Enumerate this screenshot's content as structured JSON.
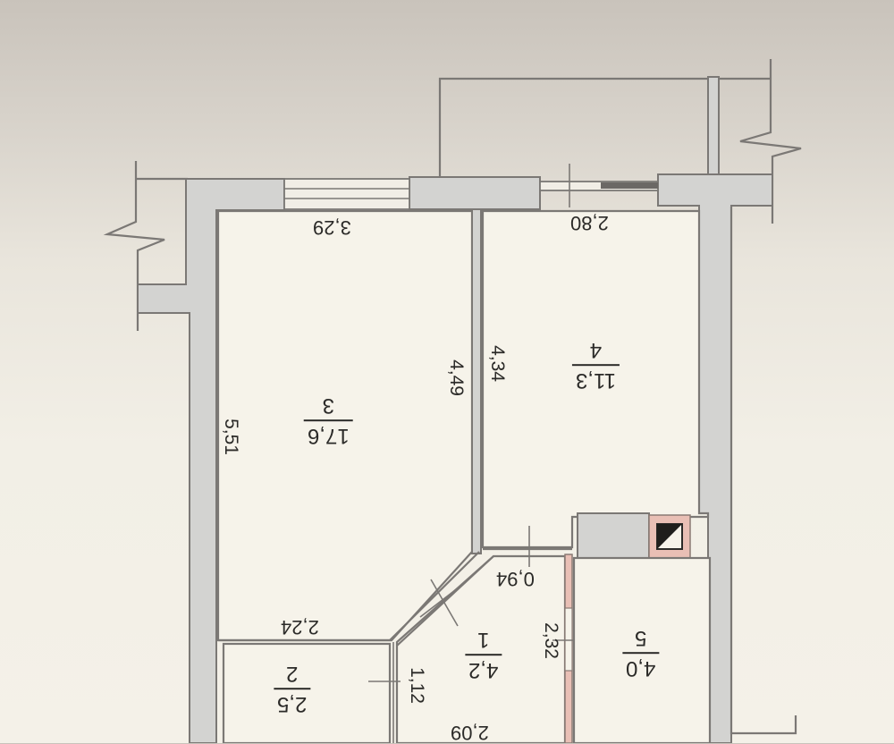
{
  "plan": {
    "orientation": "rotated-180",
    "colors": {
      "background": "#f4f1e8",
      "wall_fill": "#d3d3d1",
      "wall_stroke": "#7b7875",
      "room_fill": "#f6f3ea",
      "ventilation_pink": "#e9bfb5",
      "text": "#2b2a28"
    },
    "rooms": [
      {
        "id": "3",
        "number": "3",
        "area": "17,6"
      },
      {
        "id": "4",
        "number": "4",
        "area": "11,3"
      },
      {
        "id": "1",
        "number": "1",
        "area": "4,2"
      },
      {
        "id": "2",
        "number": "2",
        "area": "2,5"
      },
      {
        "id": "5",
        "number": "5",
        "area": "4,0"
      }
    ],
    "dimensions": {
      "room3_top_width": "3,29",
      "room4_top_width": "2,80",
      "room3_left_height": "5,51",
      "room3_right_height": "4,49",
      "room4_left_height": "4,34",
      "room3_bottom_width": "2,24",
      "corridor_top_width": "0,94",
      "bath_door_height": "2,32",
      "wc_door_height": "1,12",
      "corridor_bottom_width": "2,09"
    },
    "icons": {
      "ventilation_shaft": "ventilation-shaft-icon",
      "wall_break_left": "wall-break-icon",
      "wall_break_right": "wall-break-icon"
    }
  }
}
